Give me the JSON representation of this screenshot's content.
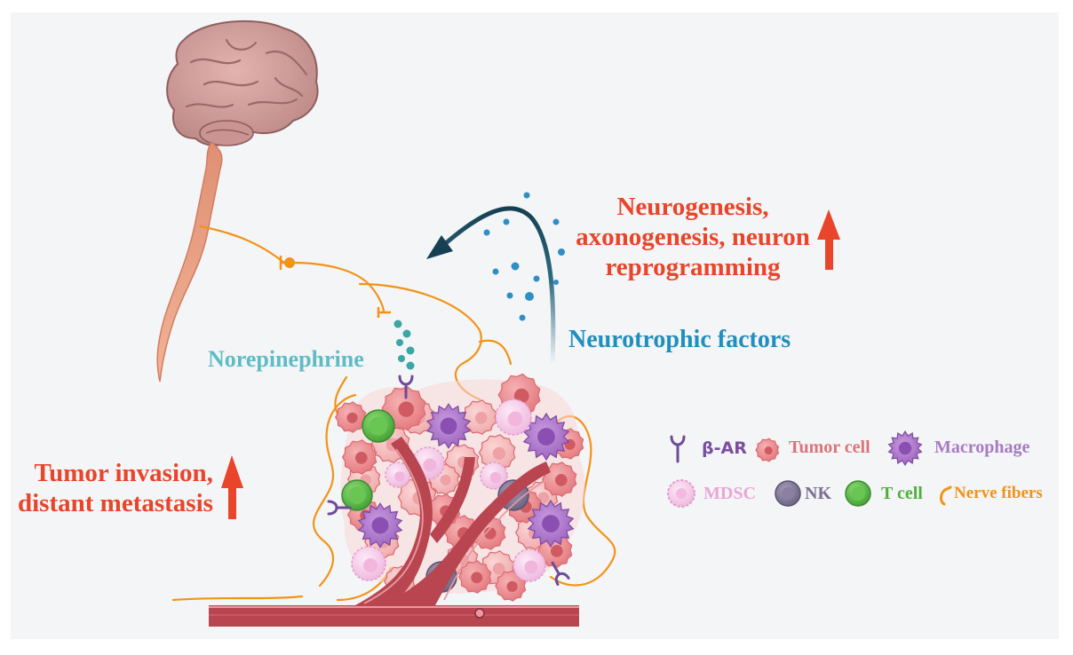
{
  "labels": {
    "neurogenesis_lines": [
      "Neurogenesis,",
      "axonogenesis, neuron",
      "reprogramming"
    ],
    "neurotrophic": "Neurotrophic factors",
    "norepinephrine": "Norepinephrine",
    "invasion_lines": [
      "Tumor invasion,",
      "distant metastasis"
    ]
  },
  "legend": {
    "beta_ar": "β-AR",
    "tumor_cell": "Tumor  cell",
    "macrophage": "Macrophage",
    "mdsc": "MDSC",
    "nk": "NK",
    "t_cell": "T cell",
    "nerve_fibers": "Nerve fibers"
  },
  "colors": {
    "up_arrow": "#e8452a",
    "nerve": "#f29317",
    "vessel": "#b84550",
    "tumor": "#e98b8f",
    "macrophage": "#a36fc3",
    "mdsc": "#f3c6e6",
    "nk": "#7a7190",
    "t_cell": "#5cbf4a",
    "receptor": "#6e4b98",
    "neurotrophic_arrow": "#1a4f62"
  },
  "icons": [
    "brain-icon",
    "receptor-icon",
    "tumor-cell-icon",
    "macrophage-icon",
    "mdsc-icon",
    "nk-cell-icon",
    "t-cell-icon",
    "nerve-fiber-icon",
    "up-arrow-icon"
  ]
}
